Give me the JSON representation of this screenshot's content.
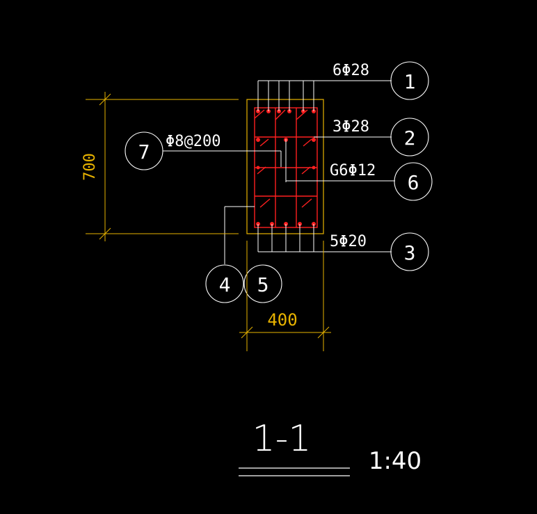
{
  "drawing": {
    "colors": {
      "background": "#000000",
      "outline": "#e8b300",
      "rebar": "#ff2020",
      "leader": "#ffffff"
    },
    "labels": {
      "top_bars": "6Φ28",
      "second_layer": "3Φ28",
      "side_bars": "G6Φ12",
      "bottom_bars": "5Φ20",
      "stirrups": "Φ8@200"
    },
    "bubbles": {
      "b1": "1",
      "b2": "2",
      "b3": "3",
      "b4": "4",
      "b5": "5",
      "b6": "6",
      "b7": "7"
    },
    "dimensions": {
      "height": "700",
      "width": "400"
    },
    "section_title": "1-1",
    "scale": "1:40"
  }
}
